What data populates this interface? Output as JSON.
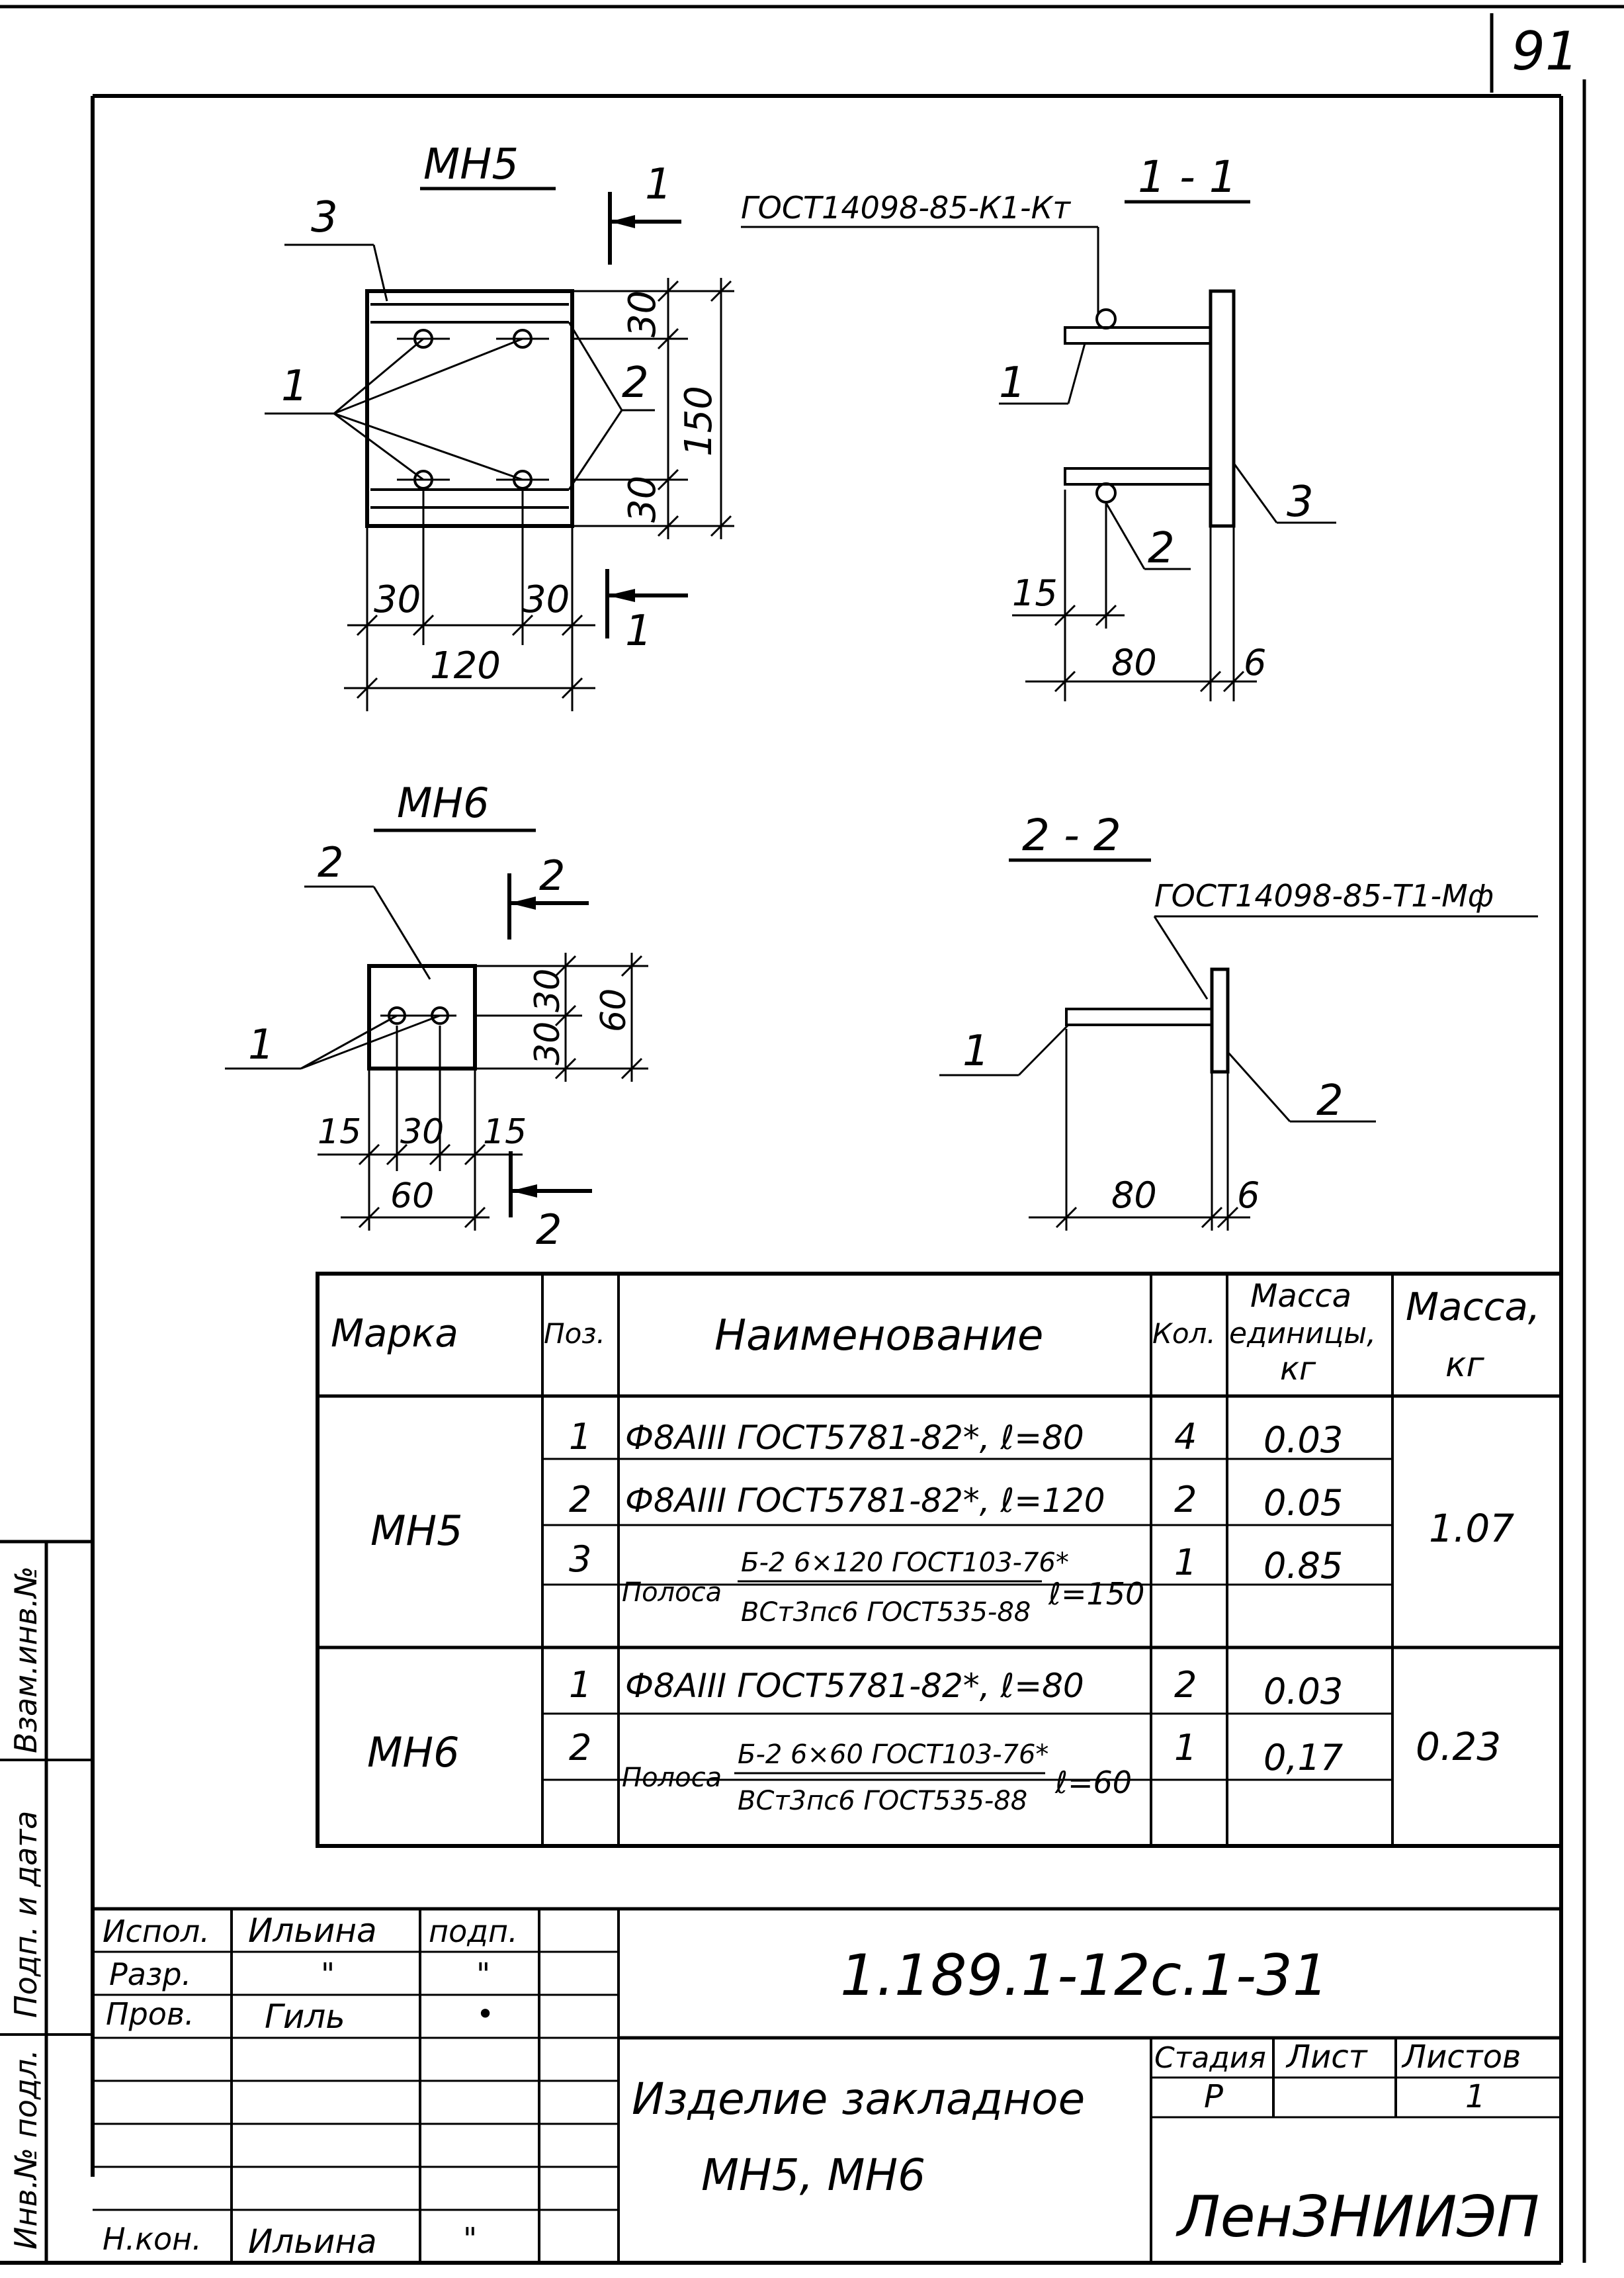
{
  "sheet_number": "91",
  "views": {
    "mn5": {
      "title": "МН5",
      "section_mark": "1",
      "callouts": [
        "1",
        "2",
        "3"
      ],
      "dims": {
        "d30": "30",
        "d150": "150",
        "d120": "120"
      }
    },
    "sec11": {
      "title": "1 - 1",
      "gost": "ГОСТ14098-85-К1-Кт",
      "callouts": [
        "1",
        "2",
        "3"
      ],
      "dims": {
        "d15": "15",
        "d80": "80",
        "d6": "6"
      }
    },
    "mn6": {
      "title": "МН6",
      "section_mark": "2",
      "callouts": [
        "1",
        "2"
      ],
      "dims": {
        "d30": "30",
        "d60": "60",
        "d15": "15"
      }
    },
    "sec22": {
      "title": "2 - 2",
      "gost": "ГОСТ14098-85-Т1-Мф",
      "callouts": [
        "1",
        "2"
      ],
      "dims": {
        "d80": "80",
        "d6": "6"
      }
    }
  },
  "spec_table": {
    "headers": {
      "mark": "Марка",
      "pos": "Поз.",
      "name": "Наименование",
      "qty": "Кол.",
      "unit_mass": [
        "Масса",
        "единицы,",
        "кг"
      ],
      "mass": [
        "Масса,",
        "кг"
      ]
    },
    "groups": [
      {
        "mark": "МН5",
        "total": "1.07",
        "rows": [
          {
            "pos": "1",
            "name": "Ф8АIII ГОСТ5781-82*, ℓ=80",
            "qty": "4",
            "unit": "0.03"
          },
          {
            "pos": "2",
            "name": "Ф8АIII ГОСТ5781-82*, ℓ=120",
            "qty": "2",
            "unit": "0.05"
          },
          {
            "pos": "3",
            "name_prefix": "Полоса",
            "name_top": "Б-2 6×120 ГОСТ103-76*",
            "name_bottom": "ВСт3пс6 ГОСТ535-88",
            "name_suffix": "ℓ=150",
            "qty": "1",
            "unit": "0.85"
          }
        ]
      },
      {
        "mark": "МН6",
        "total": "0.23",
        "rows": [
          {
            "pos": "1",
            "name": "Ф8АIII ГОСТ5781-82*, ℓ=80",
            "qty": "2",
            "unit": "0.03"
          },
          {
            "pos": "2",
            "name_prefix": "Полоса",
            "name_top": "Б-2 6×60 ГОСТ103-76*",
            "name_bottom": "ВСт3пс6 ГОСТ535-88",
            "name_suffix": "ℓ=60",
            "qty": "1",
            "unit": "0,17"
          }
        ]
      }
    ]
  },
  "title_block": {
    "roles": [
      {
        "role": "Испол.",
        "name": "Ильина",
        "sign": "подп."
      },
      {
        "role": "Разр.",
        "name": "\"",
        "sign": "\""
      },
      {
        "role": "Пров.",
        "name": "Гиль",
        "sign": "•"
      },
      {
        "role": "",
        "name": "",
        "sign": ""
      },
      {
        "role": "",
        "name": "",
        "sign": ""
      },
      {
        "role": "",
        "name": "",
        "sign": ""
      },
      {
        "role": "",
        "name": "",
        "sign": ""
      },
      {
        "role": "Н.кон.",
        "name": "Ильина",
        "sign": "\""
      }
    ],
    "doc_code": "1.189.1-12с.1-31",
    "title_line1": "Изделие закладное",
    "title_line2": "МН5, МН6",
    "stage_label": "Стадия",
    "sheet_label": "Лист",
    "sheets_label": "Листов",
    "stage": "Р",
    "sheet": "",
    "sheets": "1",
    "organization": "ЛенЗНИИЭП"
  },
  "side_stamp": [
    "Инв.№ подл.",
    "Подп. и дата",
    "Взам.инв.№"
  ]
}
